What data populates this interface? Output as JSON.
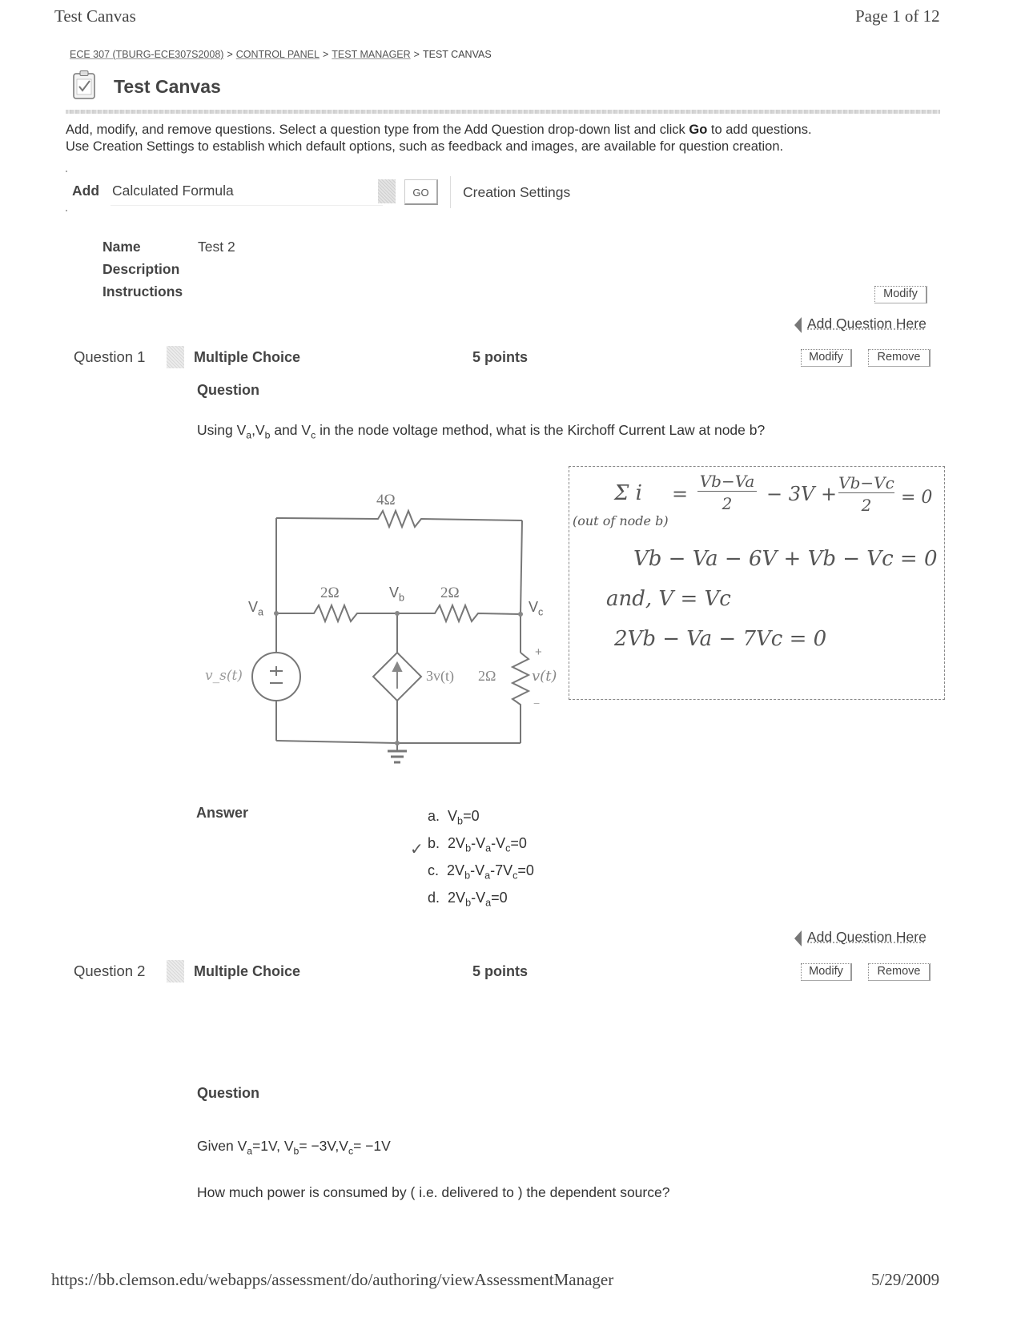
{
  "print_header": {
    "title": "Test Canvas",
    "page": "Page 1 of 12"
  },
  "breadcrumb": [
    {
      "label": "ECE 307 (TBURG-ECE307S2008)",
      "link": true
    },
    {
      "label": "CONTROL PANEL",
      "link": true
    },
    {
      "label": "TEST MANAGER",
      "link": true
    },
    {
      "label": "TEST CANVAS",
      "link": false
    }
  ],
  "breadcrumb_separator": ">",
  "page": {
    "icon": "clipboard-check-icon",
    "title": "Test Canvas",
    "intro_line1_pre": "Add, modify, and remove questions. Select a question type from the Add Question drop-down list and click ",
    "intro_line1_bold": "Go",
    "intro_line1_post": " to add questions.",
    "intro_line2": "Use Creation Settings to establish which default options, such as feedback and images, are available for question creation."
  },
  "add_question": {
    "label": "Add",
    "selected_type": "Calculated Formula",
    "go_label": "GO",
    "creation_settings": "Creation Settings"
  },
  "test_info": {
    "name_label": "Name",
    "name_value": "Test 2",
    "description_label": "Description",
    "description_value": "",
    "instructions_label": "Instructions",
    "instructions_value": "",
    "modify_label": "Modify"
  },
  "add_question_here": "Add Question Here",
  "buttons": {
    "modify": "Modify",
    "remove": "Remove"
  },
  "questions": [
    {
      "number_label": "Question 1",
      "type": "Multiple Choice",
      "points": "5 points",
      "section_label": "Question",
      "text_parts": [
        "Using V",
        "a",
        ",V",
        "b",
        " and V",
        "c",
        " in the node voltage method, what is the Kirchoff Current Law at node b?"
      ],
      "figure": {
        "circuit_labels": {
          "r_top": "4Ω",
          "r_ab": "2Ω",
          "r_bc": "2Ω",
          "r_load": "2Ω",
          "node_a": "V",
          "node_a_sub": "a",
          "node_b": "V",
          "node_b_sub": "b",
          "node_c": "V",
          "node_c_sub": "c",
          "source": "v_s(t)",
          "dep_source": "3v(t)",
          "v_out": "v(t)",
          "plus": "+",
          "minus": "−"
        },
        "handwritten": {
          "line1_lhs": "Σ i",
          "line1_sub": "(out of node b)",
          "line1_frac1_num": "Vb−Va",
          "line1_frac1_den": "2",
          "line1_mid": "− 3V +",
          "line1_frac2_num": "Vb−Vc",
          "line1_frac2_den": "2",
          "line1_rhs": "= 0",
          "line2": "Vb − Va − 6V + Vb − Vc = 0",
          "line3": "and, V = Vc",
          "line4": "2Vb − Va − 7Vc = 0"
        }
      },
      "answer_label": "Answer",
      "answers": [
        {
          "letter": "a.",
          "parts": [
            "V",
            "b",
            "=0"
          ],
          "correct": false
        },
        {
          "letter": "b.",
          "parts": [
            "2V",
            "b",
            "-V",
            "a",
            "-V",
            "c",
            "=0"
          ],
          "correct": false
        },
        {
          "letter": "c.",
          "parts": [
            "2V",
            "b",
            "-V",
            "a",
            "-7V",
            "c",
            "=0"
          ],
          "correct": true
        },
        {
          "letter": "d.",
          "parts": [
            "2V",
            "b",
            "-V",
            "a",
            "=0"
          ],
          "correct": false
        }
      ]
    },
    {
      "number_label": "Question 2",
      "type": "Multiple Choice",
      "points": "5 points",
      "section_label": "Question",
      "given_parts": [
        "Given V",
        "a",
        "=1V, V",
        "b",
        "= −3V,V",
        "c",
        "= −1V"
      ],
      "text": "How much power is consumed by ( i.e. delivered to ) the dependent source?"
    }
  ],
  "print_footer": {
    "url": "https://bb.clemson.edu/webapps/assessment/do/authoring/viewAssessmentManager",
    "date": "5/29/2009"
  }
}
